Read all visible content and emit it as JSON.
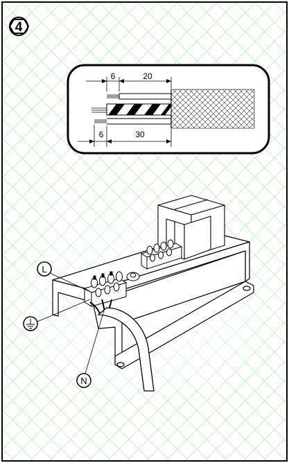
{
  "step": {
    "number": "4"
  },
  "strip_detail": {
    "top_dim_short": "6",
    "top_dim_long": "20",
    "bottom_dim_short": "6",
    "bottom_dim_long": "30"
  },
  "terminals": {
    "live": "L",
    "neutral": "N",
    "earth_symbol": "earth-ground-icon"
  },
  "colors": {
    "line": "#000000",
    "background_pattern": "#c8ecc8"
  }
}
